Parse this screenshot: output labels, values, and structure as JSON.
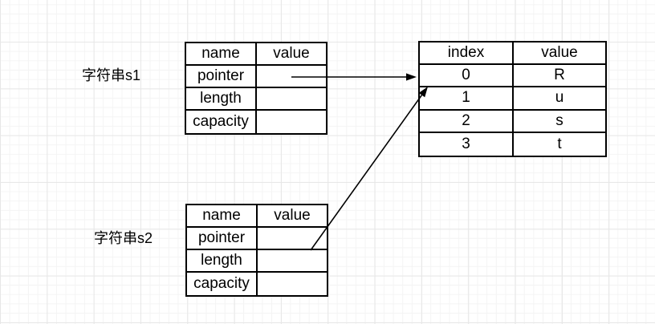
{
  "diagram": {
    "labels": {
      "s1": "字符串s1",
      "s2": "字符串s2"
    },
    "s1_table": {
      "headers": [
        "name",
        "value"
      ],
      "rows": [
        [
          "pointer",
          ""
        ],
        [
          "length",
          ""
        ],
        [
          "capacity",
          ""
        ]
      ]
    },
    "s2_table": {
      "headers": [
        "name",
        "value"
      ],
      "rows": [
        [
          "pointer",
          ""
        ],
        [
          "length",
          ""
        ],
        [
          "capacity",
          ""
        ]
      ]
    },
    "char_table": {
      "headers": [
        "index",
        "value"
      ],
      "rows": [
        [
          "0",
          "R"
        ],
        [
          "1",
          "u"
        ],
        [
          "2",
          "s"
        ],
        [
          "3",
          "t"
        ]
      ]
    },
    "arrows": [
      {
        "name": "s1-pointer-arrow",
        "from": "s1 pointer value cell",
        "to": "char table row index 0"
      },
      {
        "name": "s2-pointer-arrow",
        "from": "s2 pointer value cell",
        "to": "char table row index 0"
      }
    ],
    "colors": {
      "stroke": "#000000",
      "table_fill": "#ffffff",
      "grid_minor": "#f4f4f4",
      "grid_major": "#e7e7e7"
    }
  }
}
